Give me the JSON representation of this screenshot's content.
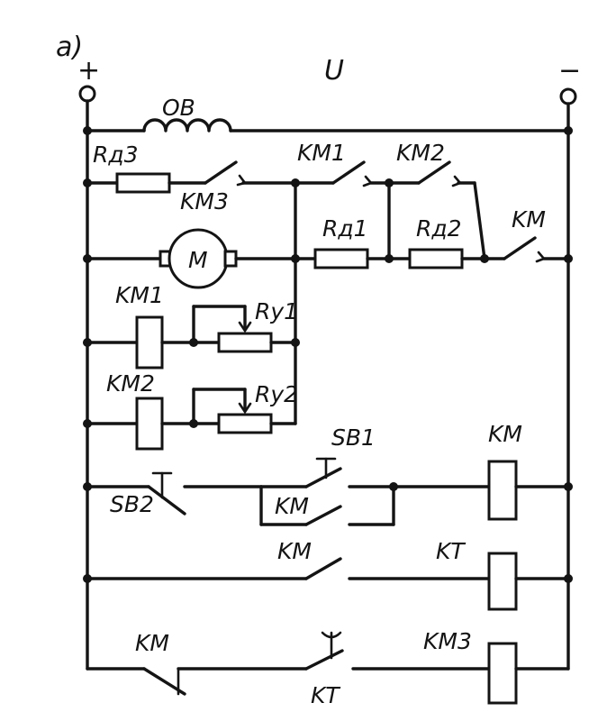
{
  "labels": {
    "fig": "a)",
    "plus": "+",
    "minus": "−",
    "voltage": "U",
    "field_winding": "ОВ",
    "rd3": "Rд3",
    "km3_contact": "KM3",
    "km1_contact": "KM1",
    "km2_contact": "KM2",
    "rd1": "Rд1",
    "rd2": "Rд2",
    "km_contact_top": "KM",
    "motor": "M",
    "km1_coil": "KM1",
    "ry1": "Rу1",
    "km2_coil": "KM2",
    "ry2": "Rу2",
    "sb1": "SB1",
    "km_coil": "KM",
    "sb2": "SB2",
    "km_hold": "KM",
    "km_row2": "KM",
    "kt_coil": "KT",
    "km_nc": "KM",
    "km3_coil": "KM3",
    "kt_contact": "KT"
  }
}
